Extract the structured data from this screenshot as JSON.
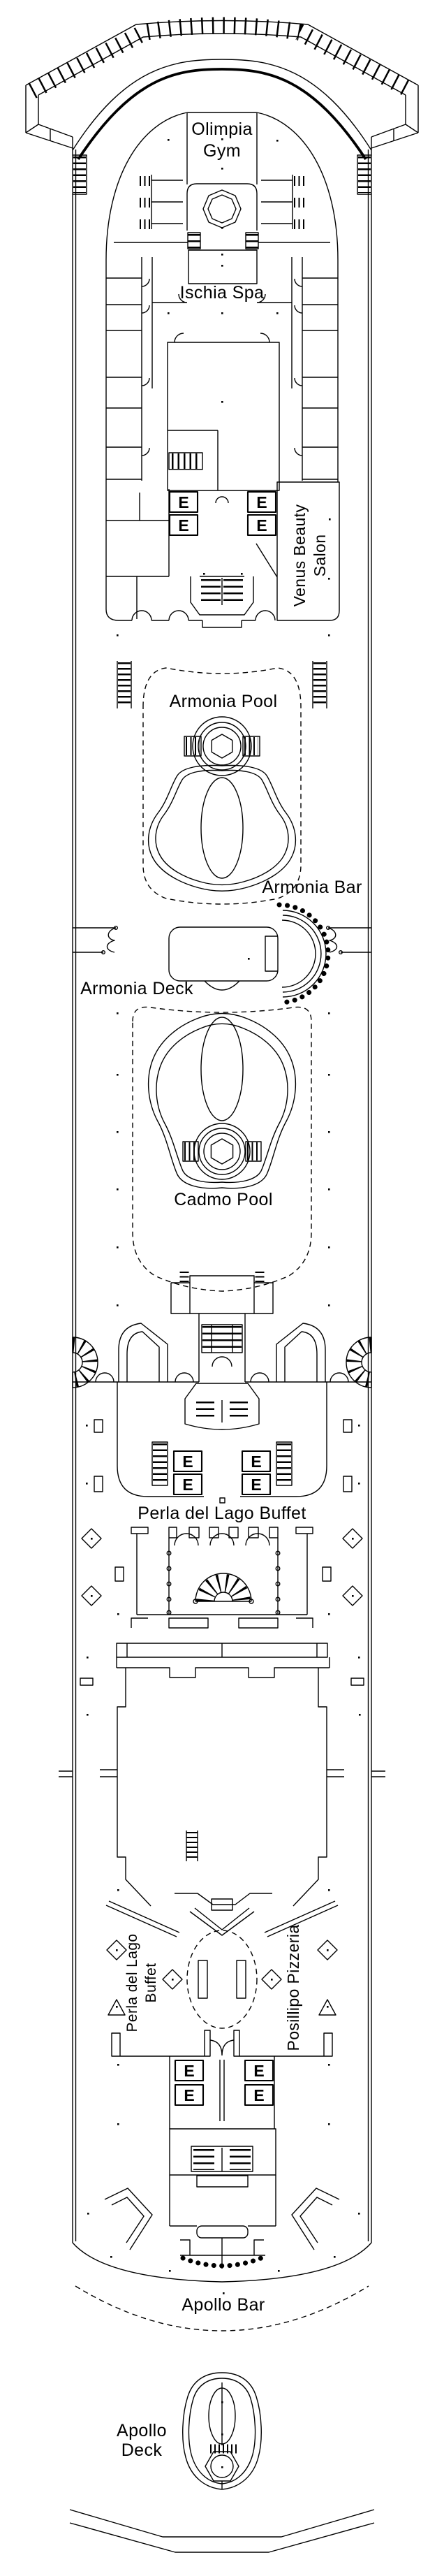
{
  "deck_plan": {
    "areas": {
      "olimpia_gym": {
        "line1": "Olimpia",
        "line2": "Gym"
      },
      "ischia_spa": {
        "label": "Ischia Spa"
      },
      "venus_beauty_salon": {
        "line1": "Venus Beauty",
        "line2": "Salon"
      },
      "armonia_pool": {
        "label": "Armonia Pool"
      },
      "armonia_bar": {
        "label": "Armonia Bar"
      },
      "armonia_deck": {
        "label": "Armonia Deck"
      },
      "cadmo_pool": {
        "label": "Cadmo Pool"
      },
      "perla_del_lago_buffet": {
        "label": "Perla del Lago Buffet"
      },
      "perla_del_lago_buffet_aft": {
        "line1": "Perla del Lago",
        "line2": "Buffet"
      },
      "posillipo_pizzeria": {
        "label": "Posillipo Pizzeria"
      },
      "apollo_bar": {
        "label": "Apollo Bar"
      },
      "apollo_deck": {
        "line1": "Apollo",
        "line2": "Deck"
      }
    },
    "symbols": {
      "elevator": "E"
    },
    "colors": {
      "line": "#000000",
      "background": "#ffffff"
    }
  }
}
